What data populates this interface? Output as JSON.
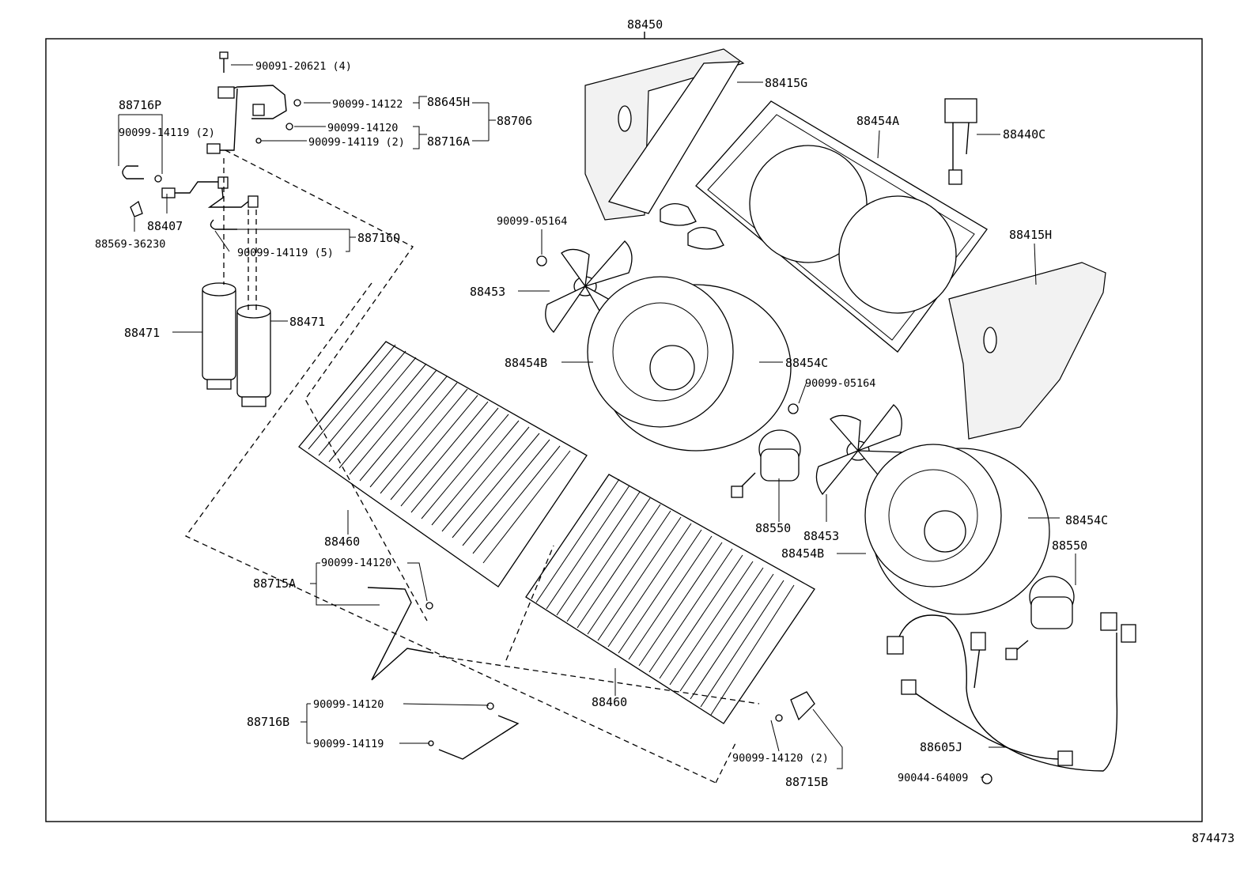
{
  "diagram": {
    "assembly_number": "88450",
    "figure_number": "874473",
    "labels": {
      "bolt_90091": "90091-20621 (4)",
      "p88716P": "88716P",
      "o_ring_2a": "90099-14119 (2)",
      "o_ring_14122": "90099-14122",
      "p88645H": "88645H",
      "o_ring_14120a": "90099-14120",
      "p88706": "88706",
      "o_ring_2b": "90099-14119 (2)",
      "p88716A": "88716A",
      "p88407": "88407",
      "p88569": "88569-36230",
      "p88716Q": "88716Q",
      "o_ring_5": "90099-14119 (5)",
      "p88471_left": "88471",
      "p88471_right": "88471",
      "p88415G": "88415G",
      "p88454A": "88454A",
      "p88440C": "88440C",
      "nut_05164_a": "90099-05164",
      "p88415H": "88415H",
      "p88453_a": "88453",
      "p88454B_a": "88454B",
      "p88454C_a": "88454C",
      "nut_05164_b": "90099-05164",
      "p88550_a": "88550",
      "p88453_b": "88453",
      "p88454C_b": "88454C",
      "p88454B_b": "88454B",
      "p88550_b": "88550",
      "p88460_a": "88460",
      "o_ring_14120b": "90099-14120",
      "p88715A": "88715A",
      "p88460_b": "88460",
      "o_ring_14120c": "90099-14120",
      "p88716B": "88716B",
      "o_ring_14119c": "90099-14119",
      "o_ring_14120_2": "90099-14120 (2)",
      "p88715B": "88715B",
      "p88605J": "88605J",
      "clamp_64009": "90044-64009"
    }
  }
}
